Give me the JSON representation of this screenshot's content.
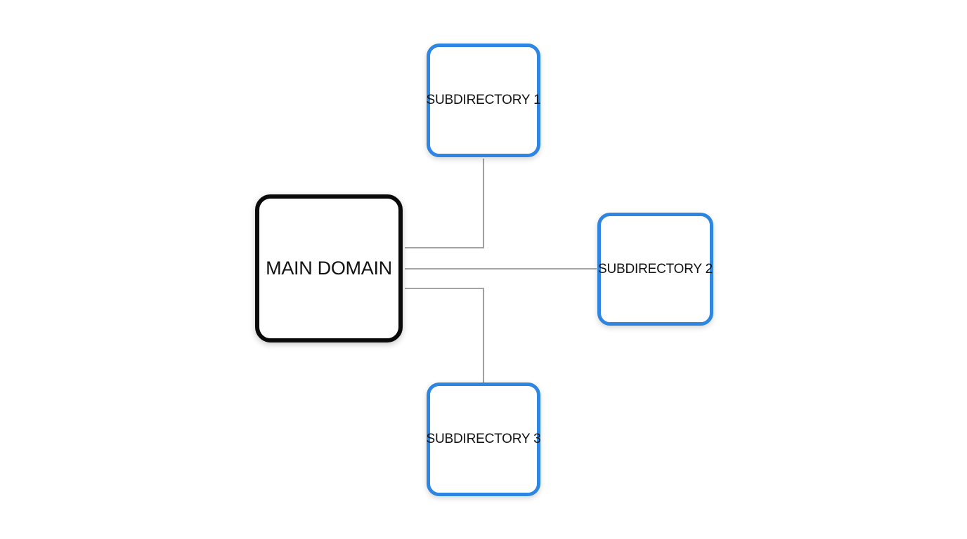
{
  "diagram": {
    "nodes": {
      "main": {
        "label": "MAIN DOMAIN"
      },
      "sub1": {
        "label": "SUBDIRECTORY 1"
      },
      "sub2": {
        "label": "SUBDIRECTORY 2"
      },
      "sub3": {
        "label": "SUBDIRECTORY 3"
      }
    },
    "edges": [
      {
        "from": "MAIN DOMAIN",
        "to": "SUBDIRECTORY 1"
      },
      {
        "from": "MAIN DOMAIN",
        "to": "SUBDIRECTORY 2"
      },
      {
        "from": "MAIN DOMAIN",
        "to": "SUBDIRECTORY 3"
      }
    ],
    "colors": {
      "background": "#ffffff",
      "main_node_border": "#0a0a0a",
      "sub_node_border": "#2f86e0",
      "connector": "#979797",
      "text": "#121212"
    }
  }
}
